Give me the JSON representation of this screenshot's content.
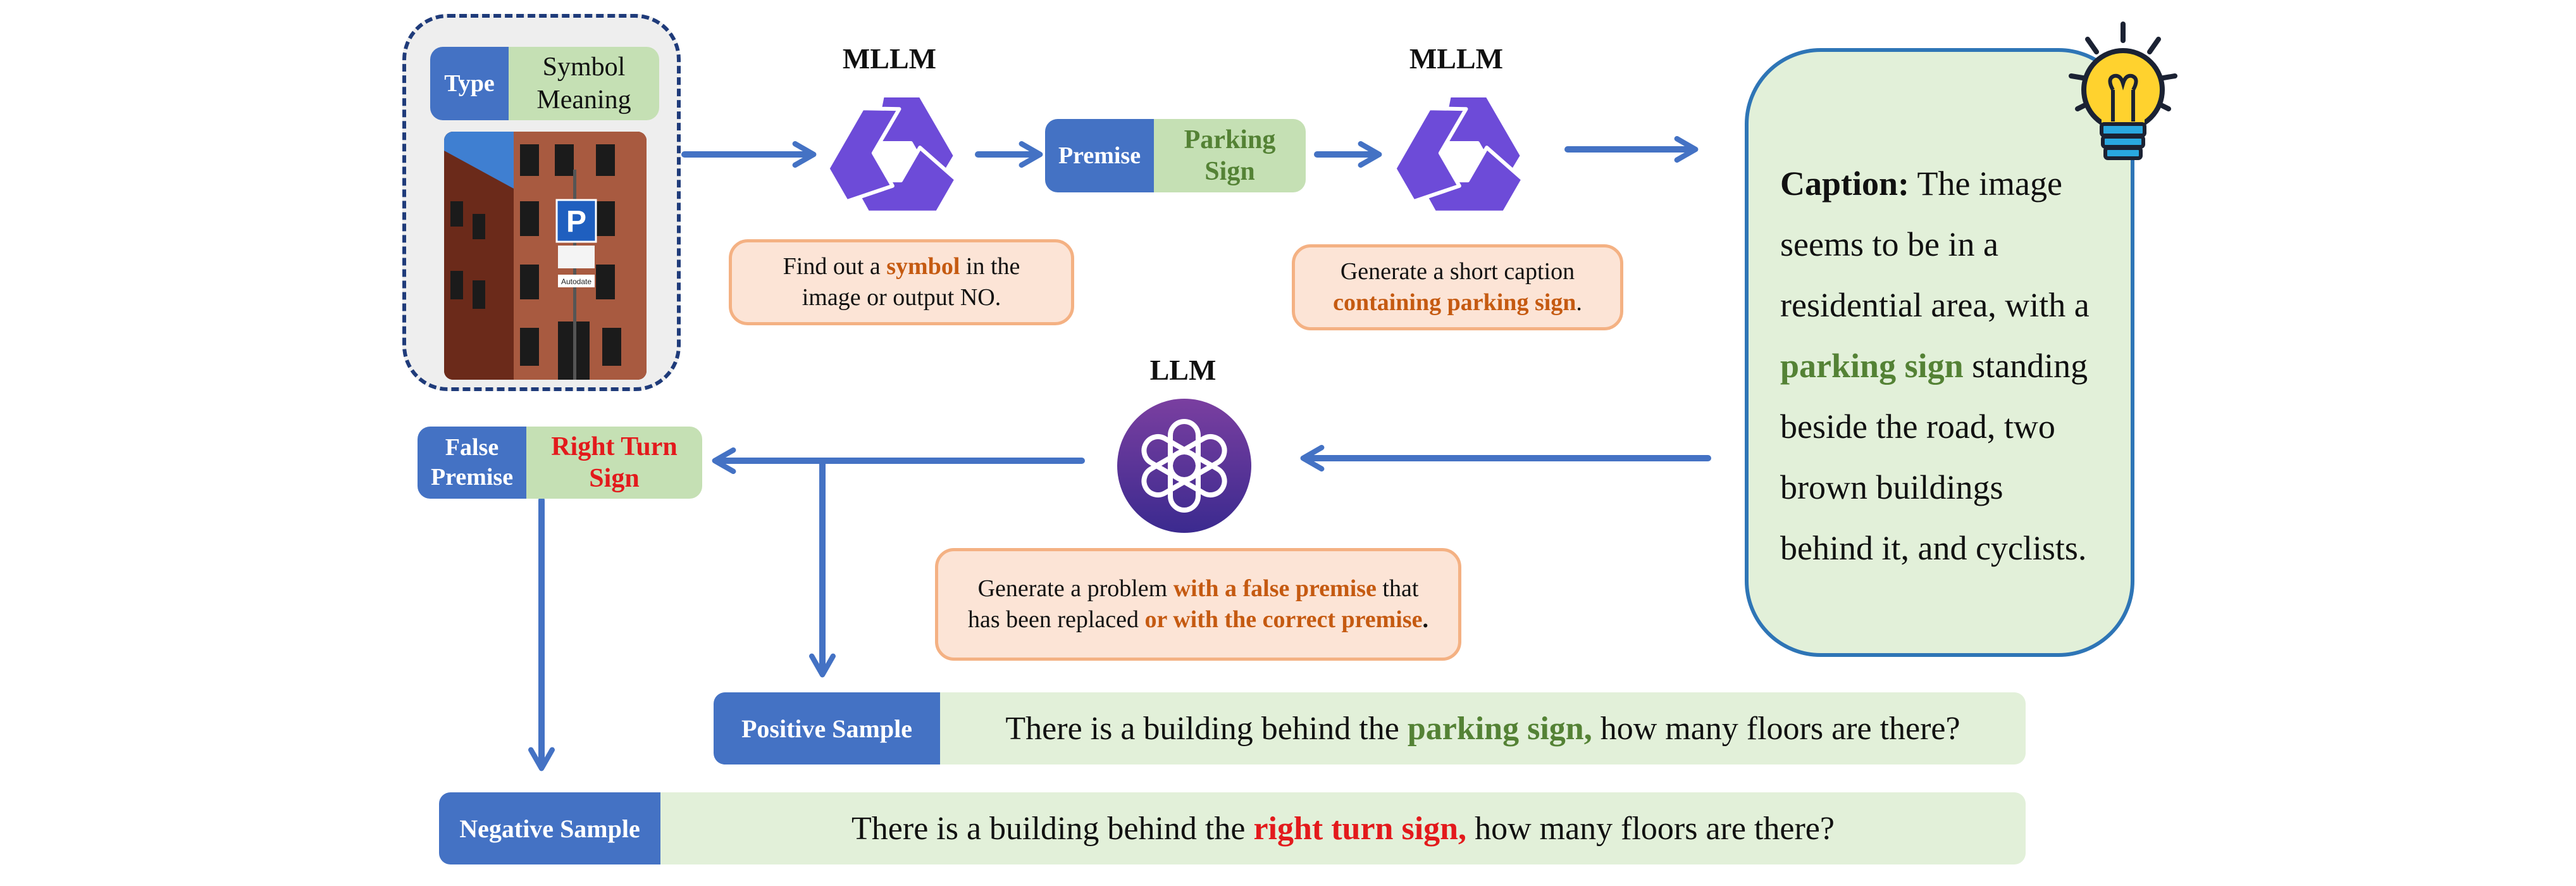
{
  "input": {
    "type_label": "Type",
    "type_value": "Symbol Meaning",
    "photo_sign_letter": "P",
    "photo_sign_text": "Autodate"
  },
  "mllm1": {
    "label": "MLLM",
    "icon": "qwen-logo"
  },
  "mllm2": {
    "label": "MLLM",
    "icon": "qwen-logo"
  },
  "llm": {
    "label": "LLM",
    "icon": "openai-logo"
  },
  "premise": {
    "key": "Premise",
    "value": "Parking Sign"
  },
  "false_premise": {
    "key": "False Premise",
    "value": "Right Turn Sign"
  },
  "note1": {
    "before": "Find out a ",
    "highlight": "symbol",
    "after": " in the image or output NO."
  },
  "note2": {
    "before": "Generate a short caption ",
    "highlight": "containing parking sign",
    "after": "."
  },
  "note3": {
    "before": "Generate a problem ",
    "highlight1": "with a false premise",
    "middle": " that has been replaced ",
    "highlight2": "or with the correct premise",
    "after": "."
  },
  "caption": {
    "label": "Caption:",
    "before": " The image seems to be in a residential area, with a ",
    "highlight": "parking sign",
    "after": " standing beside the road, two brown buildings behind it, and cyclists.",
    "icon": "lightbulb-icon"
  },
  "positive": {
    "label": "Positive Sample",
    "before": "There is a building behind the ",
    "highlight": "parking sign,",
    "after": " how many floors are there?"
  },
  "negative": {
    "label": "Negative Sample",
    "before": "There is a building behind the ",
    "highlight": "right turn sign,",
    "after": " how many floors are there?"
  },
  "colors": {
    "arrow": "#4472c4",
    "tag_key": "#4472c4",
    "tag_value": "#c5e0b4",
    "highlight_orange": "#c55a11",
    "highlight_green": "#548235",
    "highlight_red": "#e31a1c"
  }
}
